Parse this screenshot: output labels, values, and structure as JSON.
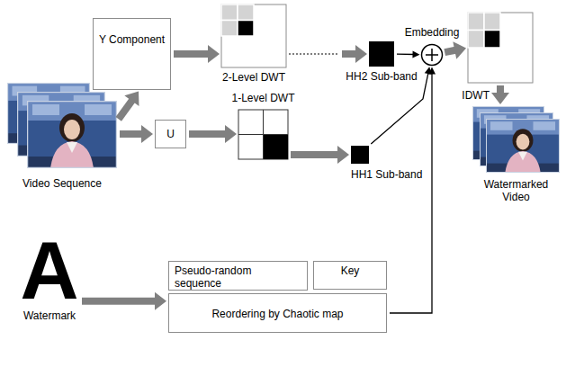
{
  "diagram": {
    "nodes": [
      {
        "text": [
          "Y Component"
        ]
      },
      {
        "text": [
          "2-Level DWT"
        ]
      },
      {
        "text": [
          "HH2 Sub-band"
        ]
      },
      {
        "text": [
          "Embedding"
        ]
      },
      {
        "text": []
      },
      {
        "text": [
          "Video Sequence"
        ]
      },
      {
        "text": [
          "U"
        ]
      },
      {
        "text": [
          "1-Level DWT"
        ]
      },
      {
        "text": [
          "HH1 Sub-band"
        ]
      },
      {
        "text": [
          "Watermarked Video"
        ]
      },
      {
        "text": [
          "A",
          "Watermark"
        ]
      },
      {
        "text": [
          "Pseudo-random sequence"
        ]
      },
      {
        "text": [
          "Key"
        ]
      },
      {
        "text": [
          "Reordering by Chaotic map"
        ]
      }
    ],
    "edges": [
      {
        "from": 5,
        "to": 0,
        "arrow": "to"
      },
      {
        "from": 0,
        "to": 1,
        "arrow": "to"
      },
      {
        "from": 1,
        "to": 2,
        "arrow": "to"
      },
      {
        "from": 2,
        "to": 3,
        "arrow": "to"
      },
      {
        "from": 3,
        "to": 4,
        "arrow": "to"
      },
      {
        "from": 4,
        "to": 9,
        "label": "IDWT",
        "arrow": "to"
      },
      {
        "from": 5,
        "to": 6,
        "arrow": "to"
      },
      {
        "from": 6,
        "to": 7,
        "arrow": "to"
      },
      {
        "from": 7,
        "to": 8,
        "arrow": "to"
      },
      {
        "from": 8,
        "to": 3,
        "arrow": "to"
      },
      {
        "from": 10,
        "to": 13,
        "arrow": "to"
      },
      {
        "from": 13,
        "to": 3,
        "arrow": "to"
      }
    ]
  }
}
